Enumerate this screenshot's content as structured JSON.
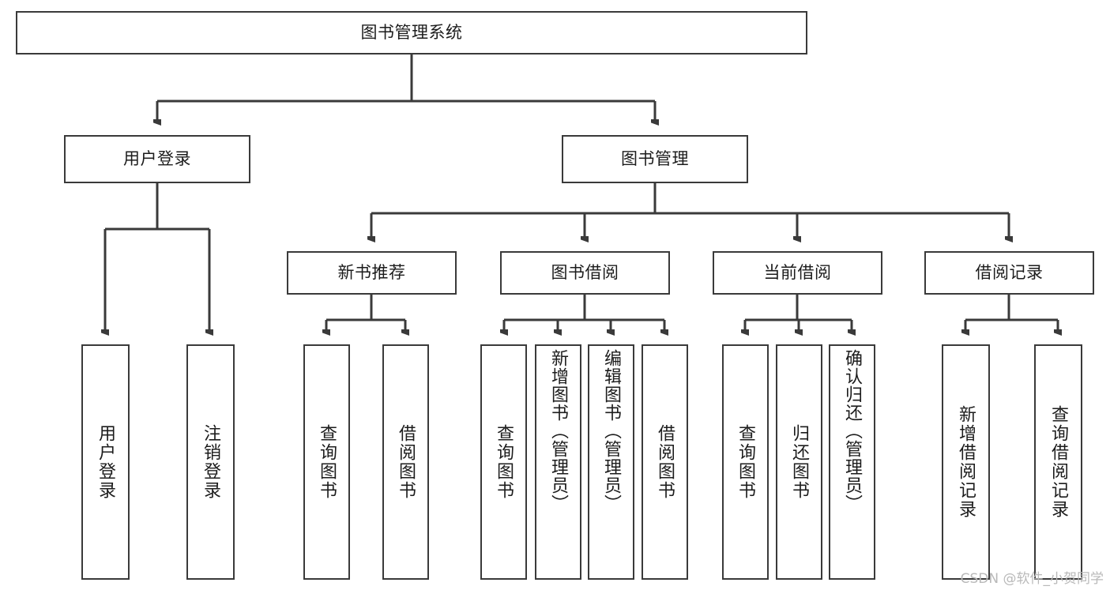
{
  "diagram": {
    "title": "图书管理系统",
    "type": "hierarchy-tree",
    "watermark": "CSDN @软件_小贺同学",
    "colors": {
      "box_border": "#3a3a3a",
      "box_fill": "#ffffff",
      "connector": "#3a3a3a",
      "text": "#1c1c1c",
      "watermark": "#b9b9b9",
      "background": "#ffffff"
    },
    "nodes": {
      "root": {
        "label": "图书管理系统"
      },
      "level2": [
        {
          "label": "用户登录"
        },
        {
          "label": "图书管理"
        }
      ],
      "level3": [
        {
          "label": "新书推荐"
        },
        {
          "label": "图书借阅"
        },
        {
          "label": "当前借阅"
        },
        {
          "label": "借阅记录"
        }
      ],
      "leaves_user_login": [
        {
          "label": "用户登录"
        },
        {
          "label": "注销登录"
        }
      ],
      "leaves_new_books": [
        {
          "label": "查询图书"
        },
        {
          "label": "借阅图书"
        }
      ],
      "leaves_borrow": [
        {
          "label": "查询图书"
        },
        {
          "label": "新增图书（管理员）"
        },
        {
          "label": "编辑图书（管理员）"
        },
        {
          "label": "借阅图书"
        }
      ],
      "leaves_current": [
        {
          "label": "查询图书"
        },
        {
          "label": "归还图书"
        },
        {
          "label": "确认归还（管理员）"
        }
      ],
      "leaves_records": [
        {
          "label": "新增借阅记录"
        },
        {
          "label": "查询借阅记录"
        }
      ]
    }
  }
}
